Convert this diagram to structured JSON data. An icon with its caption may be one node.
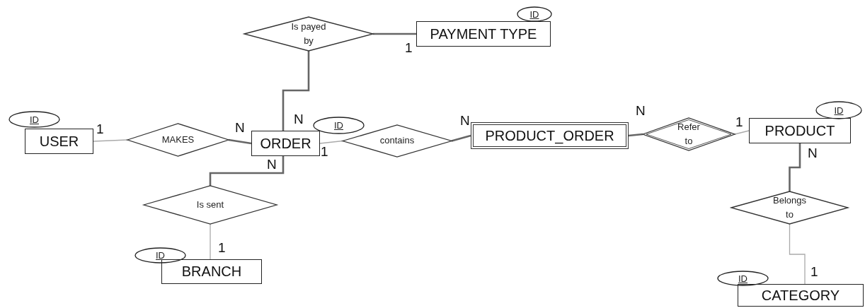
{
  "diagram": {
    "nodes": [
      {
        "text": [
          "ID"
        ]
      },
      {
        "text": [
          "Is payed by"
        ]
      },
      {
        "text": [
          "PAYMENT TYPE"
        ]
      },
      {
        "text": [
          "ID"
        ]
      },
      {
        "text": [
          "USER"
        ]
      },
      {
        "text": [
          "MAKES"
        ]
      },
      {
        "text": [
          "ORDER"
        ]
      },
      {
        "text": [
          "ID"
        ]
      },
      {
        "text": [
          "contains"
        ]
      },
      {
        "text": [
          "PRODUCT_ORDER"
        ]
      },
      {
        "text": [
          "Refer to"
        ]
      },
      {
        "text": [
          "ID"
        ]
      },
      {
        "text": [
          "PRODUCT"
        ]
      },
      {
        "text": [
          "Is sent"
        ]
      },
      {
        "text": [
          "ID"
        ]
      },
      {
        "text": [
          "BRANCH"
        ]
      },
      {
        "text": [
          "Belongs to"
        ]
      },
      {
        "text": [
          "ID"
        ]
      },
      {
        "text": [
          "CATEGORY"
        ]
      }
    ],
    "edges": [
      {
        "from": 1,
        "to": 2,
        "arrow": "none"
      },
      {
        "from": 6,
        "to": 1,
        "arrow": "none"
      },
      {
        "from": 4,
        "to": 5,
        "arrow": "none",
        "color": "#aaaaaa"
      },
      {
        "from": 5,
        "to": 6,
        "arrow": "none"
      },
      {
        "from": 6,
        "to": 8,
        "arrow": "none",
        "color": "#aaaaaa"
      },
      {
        "from": 8,
        "to": 9,
        "arrow": "none"
      },
      {
        "from": 9,
        "to": 10,
        "arrow": "none"
      },
      {
        "from": 10,
        "to": 12,
        "arrow": "none",
        "color": "#aaaaaa"
      },
      {
        "from": 6,
        "to": 13,
        "arrow": "none"
      },
      {
        "from": 13,
        "to": 15,
        "arrow": "none",
        "color": "#aaaaaa"
      },
      {
        "from": 12,
        "to": 16,
        "arrow": "none"
      },
      {
        "from": 16,
        "to": 18,
        "arrow": "none",
        "color": "#aaaaaa"
      }
    ],
    "labels": [
      "1",
      "N",
      "N",
      "N",
      "1",
      "N",
      "1",
      "N",
      "1",
      "N",
      "1",
      "1"
    ]
  }
}
